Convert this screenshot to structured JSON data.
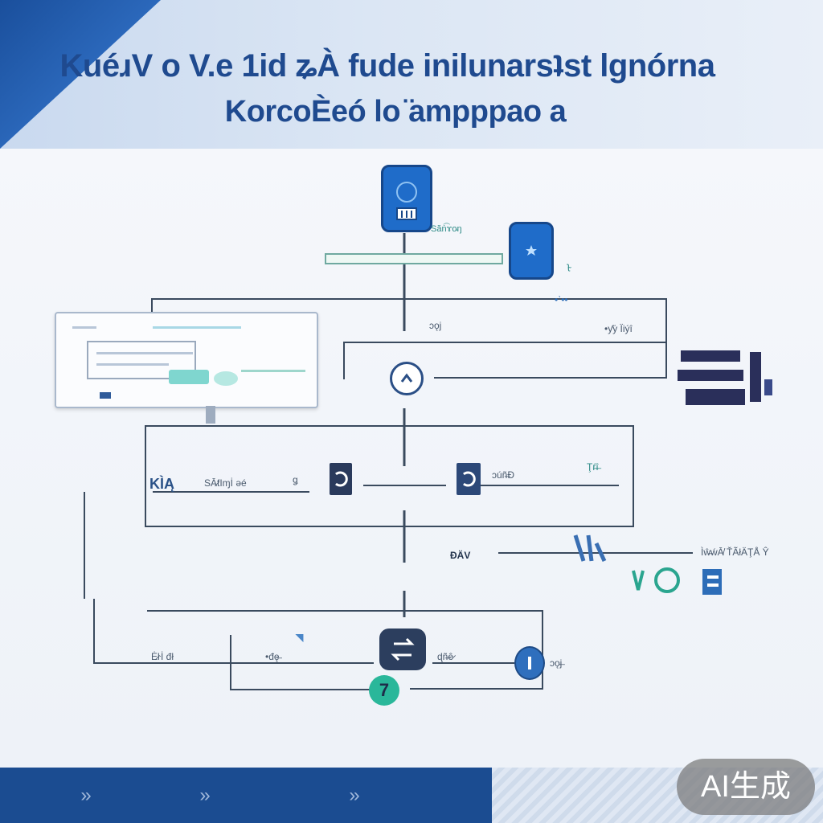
{
  "header": {
    "title_line_1": "KuéɹV o V.e 1id ʑÀ fude inilunarsʇst lgnórna",
    "title_line_2": "KorcoÈeó lo ̈ampppao a"
  },
  "diagram": {
    "labels": {
      "top_node_caption": "Săṅ͡ɤo̵ŋ",
      "node_small_caption": "ʅ̴",
      "mid_right_caption_1": "•ˋ••",
      "mid_left_caption": "ɔǫj",
      "mid_right_caption_2": "•ƴẏ Ïiýî",
      "row_left_short": "KÌĄ",
      "row_left_long": "SĀ̷ƭІɱİ əé",
      "row_left_tail": "ǥ",
      "row_right_caption": "ɔúñ̶Đ",
      "row_right_tail": "Ţŕ̶î̶",
      "side_short": "ĐÄV",
      "side_long": "Ìŵ̶ẃĀ̸ ŤÃłÄŢÅ Ŷ",
      "bottom_left": "Ė̷ŀİ đł",
      "bottom_mid_left": "•đę̶",
      "bottom_mid_right": "ɖñ̶ê̷",
      "bottom_right": "ɔǫj̶",
      "bottom_node_number": "7"
    }
  },
  "badge": {
    "label": "AI生成"
  },
  "colors": {
    "primary_blue": "#1f6cc9",
    "dark_navy": "#16478a",
    "line": "#3a4a5e",
    "teal": "#2ab79a"
  }
}
